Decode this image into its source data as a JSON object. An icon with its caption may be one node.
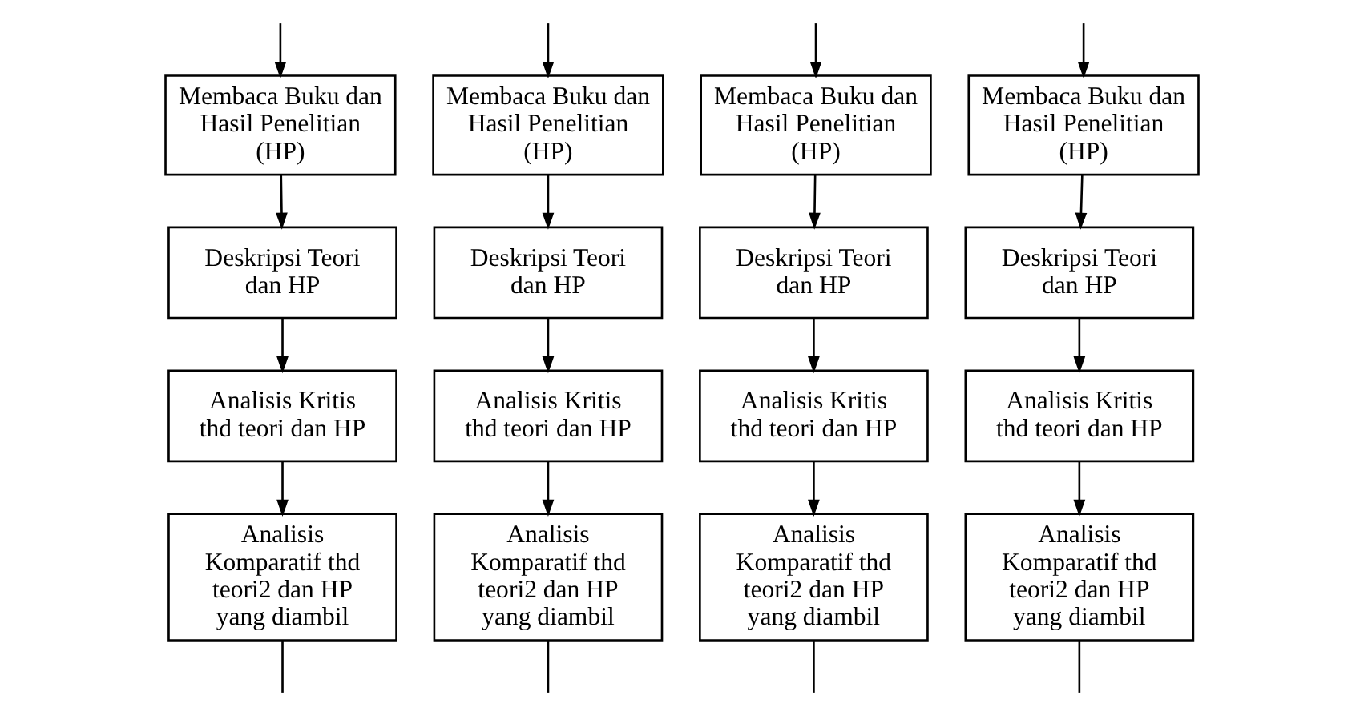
{
  "diagram": {
    "nodes": [
      {
        "text": [
          "Membaca Buku dan Hasil Penelitian (HP)"
        ]
      },
      {
        "text": [
          "Deskripsi Teori dan HP"
        ]
      },
      {
        "text": [
          "Analisis Kritis thd teori dan HP"
        ]
      },
      {
        "text": [
          "Analisis Komparatif thd teori2 dan HP yang diambil"
        ]
      },
      {
        "text": [
          "Membaca Buku dan Hasil Penelitian (HP)"
        ]
      },
      {
        "text": [
          "Deskripsi Teori dan HP"
        ]
      },
      {
        "text": [
          "Analisis Kritis thd teori dan HP"
        ]
      },
      {
        "text": [
          "Analisis Komparatif thd teori2 dan HP yang diambil"
        ]
      },
      {
        "text": [
          "Membaca Buku dan Hasil Penelitian (HP)"
        ]
      },
      {
        "text": [
          "Deskripsi Teori dan HP"
        ]
      },
      {
        "text": [
          "Analisis Kritis thd teori dan HP"
        ]
      },
      {
        "text": [
          "Analisis Komparatif thd teori2 dan HP yang diambil"
        ]
      },
      {
        "text": [
          "Membaca Buku dan Hasil Penelitian (HP)"
        ]
      },
      {
        "text": [
          "Deskripsi Teori dan HP"
        ]
      },
      {
        "text": [
          "Analisis Kritis thd teori dan HP"
        ]
      },
      {
        "text": [
          "Analisis Komparatif thd teori2 dan HP yang diambil"
        ]
      }
    ],
    "edges": [
      {
        "from": null,
        "to": 0,
        "arrow": "to"
      },
      {
        "from": null,
        "to": 4,
        "arrow": "to"
      },
      {
        "from": null,
        "to": 8,
        "arrow": "to"
      },
      {
        "from": null,
        "to": 12,
        "arrow": "to"
      },
      {
        "from": 0,
        "to": 1,
        "arrow": "to"
      },
      {
        "from": 1,
        "to": 2,
        "arrow": "to"
      },
      {
        "from": 2,
        "to": 3,
        "arrow": "to"
      },
      {
        "from": 4,
        "to": 5,
        "arrow": "to"
      },
      {
        "from": 5,
        "to": 6,
        "arrow": "to"
      },
      {
        "from": 6,
        "to": 7,
        "arrow": "to"
      },
      {
        "from": 8,
        "to": 9,
        "arrow": "to"
      },
      {
        "from": 9,
        "to": 10,
        "arrow": "to"
      },
      {
        "from": 10,
        "to": 11,
        "arrow": "to"
      },
      {
        "from": 12,
        "to": 13,
        "arrow": "to"
      },
      {
        "from": 13,
        "to": 14,
        "arrow": "to"
      },
      {
        "from": 14,
        "to": 15,
        "arrow": "to"
      },
      {
        "from": 3,
        "to": null,
        "arrow": "none"
      },
      {
        "from": 7,
        "to": null,
        "arrow": "none"
      },
      {
        "from": 11,
        "to": null,
        "arrow": "none"
      },
      {
        "from": 15,
        "to": null,
        "arrow": "none"
      }
    ]
  }
}
